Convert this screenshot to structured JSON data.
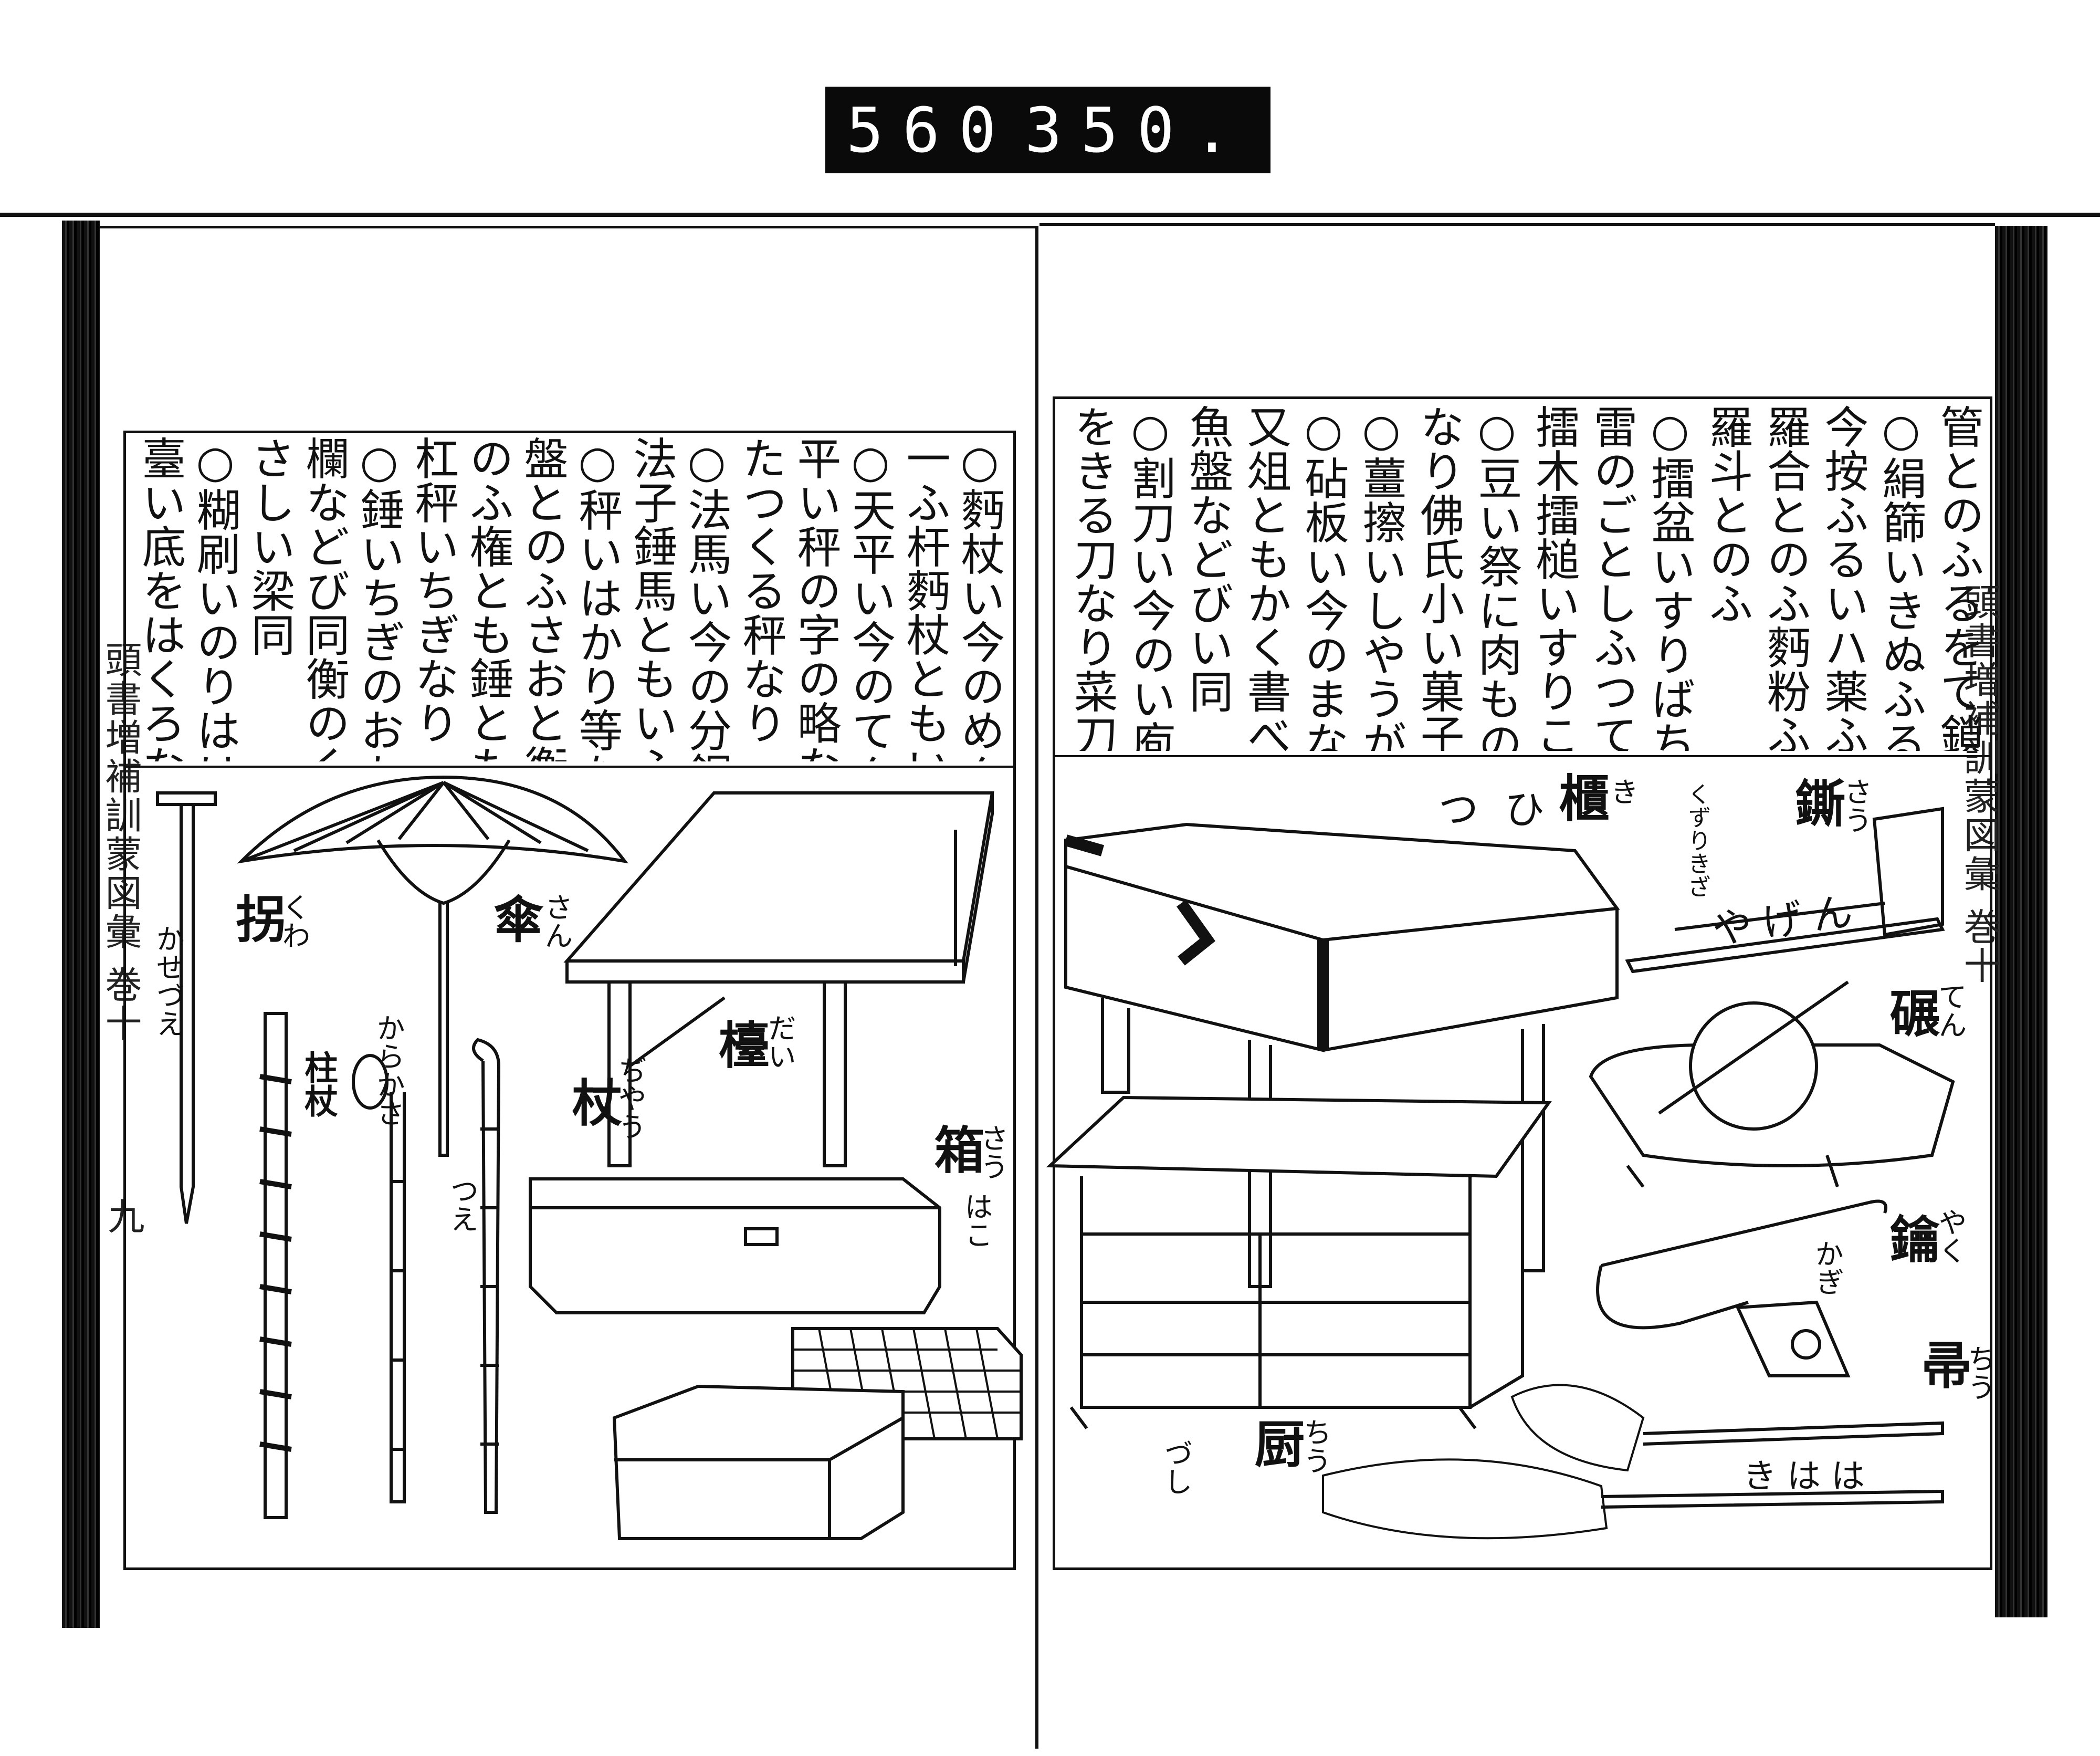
{
  "catalog_label": {
    "left_number": "560",
    "right_number": "350."
  },
  "margin_titles": {
    "left": "頭書増補訓蒙図彙 巻十",
    "right": "頭書増補訓蒙図彙 巻十",
    "left_folio": "九"
  },
  "right_page": {
    "text_columns": [
      "管とのふるをて鎖須と云",
      "○絹篩いきぬふるいなり",
      "今按ふるいハ薬ふるいを",
      "羅合とのふ麪粉ふるいを",
      "羅斗とのふ",
      "○擂盆いすりばちなりなと",
      "雷のごとしふつて擂盆と云",
      "擂木擂槌いすりこぎ",
      "○豆い祭に肉ものをもるもの",
      "なり佛氏小い菓子ものを",
      "○薑擦いしやうがおろし",
      "○砧板い今のまないたなり",
      "又俎ともかく書べし肉机",
      "魚盤などびい同",
      "○割刀い今のい庖丁なり魚",
      "をきる刀なり菜刀にたる"
    ],
    "labels": {
      "chest": "櫃",
      "chest_kana": "き",
      "chest_reading": "つひ",
      "plane": "鐁",
      "plane_kana": "さう",
      "plane_reading": "くずりきざ",
      "grinder": "碾",
      "grinder_kana": "てん",
      "grinder_reading": "やげん",
      "cabinet": "厨",
      "cabinet_kana": "ちう",
      "cabinet_reading": "づし",
      "key": "鑰",
      "key_kana": "やく",
      "key_reading": "かぎ",
      "broom": "帚",
      "broom_kana": "ちう",
      "broom_reading": "ははき"
    }
  },
  "left_page": {
    "text_columns": [
      "○麪杖い今のめん棒なり",
      "一ふ杆麪杖ともいふ",
      "○天平い今のてんびんなり",
      "平い秤の字の略なりそう",
      "たつくる秤なり",
      "○法馬い今の分銅なりさ",
      "法子錘馬ともいふ",
      "○秤いはかり等なりさる",
      "盤とのふさおと衡とのふ",
      "のふ権とも錘ともいふなり",
      "杠秤いちぎなり",
      "○錘いちぎのおもりなり",
      "欄などび同衡のくらの",
      "さしい梁同",
      "○糊刷いのりはけなり",
      "臺い底をはくろなり"
    ],
    "labels": {
      "crutch": "拐",
      "crutch_kana": "くわ",
      "crutch_reading": "かせづえ",
      "umbrella": "傘",
      "umbrella_kana": "さん",
      "umbrella_reading": "からかさ",
      "staff": "柱杖",
      "cane": "杖",
      "cane_kana": "ぢやう",
      "cane_reading": "つえ",
      "table": "檯",
      "table_kana": "だい",
      "box": "箱",
      "box_kana": "さう",
      "box_reading": "はこ"
    }
  }
}
